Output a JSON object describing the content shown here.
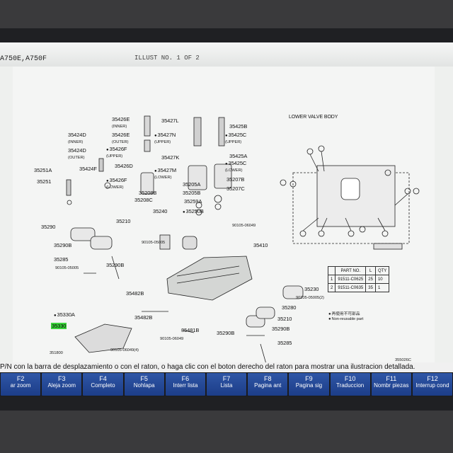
{
  "header": {
    "model": "A750E,A750F",
    "illust": "ILLUST NO. 1 OF 2"
  },
  "diagram": {
    "lower_valve_body_title": "LOWER VALVE BODY",
    "labels": [
      {
        "id": "35426E_a",
        "text": "35426E",
        "sub": "(INNER)"
      },
      {
        "id": "35427L",
        "text": "35427L"
      },
      {
        "id": "35425B",
        "text": "35425B"
      },
      {
        "id": "35424D_a",
        "text": "35424D",
        "sub": "(INNER)"
      },
      {
        "id": "35426E_b",
        "text": "35426E",
        "sub": "(OUTER)"
      },
      {
        "id": "35427N",
        "text": "35427N",
        "sub": "(UPPER)"
      },
      {
        "id": "35425C_a",
        "text": "35425C",
        "sub": "(UPPER)"
      },
      {
        "id": "35424D_b",
        "text": "35424D",
        "sub": "(OUTER)"
      },
      {
        "id": "35426F_a",
        "text": "35426F",
        "sub": "(UPPER)"
      },
      {
        "id": "35427K",
        "text": "35427K"
      },
      {
        "id": "35425A",
        "text": "35425A"
      },
      {
        "id": "35424F",
        "text": "35424F"
      },
      {
        "id": "35426D",
        "text": "35426D"
      },
      {
        "id": "35251A",
        "text": "35251A"
      },
      {
        "id": "35427M",
        "text": "35427M",
        "sub": "(LOWER)"
      },
      {
        "id": "35425C_b",
        "text": "35425C",
        "sub": "(LOWER)"
      },
      {
        "id": "35426F_b",
        "text": "35426F",
        "sub": "(LOWER)"
      },
      {
        "id": "35205A",
        "text": "35205A"
      },
      {
        "id": "35207B",
        "text": "35207B"
      },
      {
        "id": "35251",
        "text": "35251"
      },
      {
        "id": "35208B",
        "text": "35208B"
      },
      {
        "id": "35205B",
        "text": "35205B"
      },
      {
        "id": "35207C",
        "text": "35207C"
      },
      {
        "id": "35208C",
        "text": "35208C"
      },
      {
        "id": "35259A",
        "text": "35259A"
      },
      {
        "id": "35240",
        "text": "35240"
      },
      {
        "id": "35250B",
        "text": "35250B"
      },
      {
        "id": "35290",
        "text": "35290"
      },
      {
        "id": "35210_a",
        "text": "35210"
      },
      {
        "id": "90105-06049_a",
        "text": "90105-06049"
      },
      {
        "id": "90105-05005_a",
        "text": "90105-05005"
      },
      {
        "id": "35410",
        "text": "35410"
      },
      {
        "id": "35290B_a",
        "text": "35290B"
      },
      {
        "id": "35285_a",
        "text": "35285"
      },
      {
        "id": "90105-05005_b",
        "text": "90105-05005"
      },
      {
        "id": "35290B_b",
        "text": "35290B"
      },
      {
        "id": "35230",
        "text": "35230"
      },
      {
        "id": "35482B_a",
        "text": "35482B"
      },
      {
        "id": "90105-05005_c",
        "text": "90105-05005(2)"
      },
      {
        "id": "35280",
        "text": "35280"
      },
      {
        "id": "35330A",
        "text": "35330A"
      },
      {
        "id": "35482B_b",
        "text": "35482B"
      },
      {
        "id": "35210_b",
        "text": "35210"
      },
      {
        "id": "35330",
        "text": "35330"
      },
      {
        "id": "35481B",
        "text": "35481B"
      },
      {
        "id": "35290B_c",
        "text": "35290B"
      },
      {
        "id": "35290B_d",
        "text": "35290B"
      },
      {
        "id": "90105-06049_b",
        "text": "90105-06049"
      },
      {
        "id": "35285_b",
        "text": "35285"
      },
      {
        "id": "90105-06049_c",
        "text": "90105-06049(4)"
      },
      {
        "id": "35180B",
        "text": "351800"
      },
      {
        "id": "355026C",
        "text": "355026C"
      }
    ],
    "legend": [
      {
        "text": "再使用不可部品"
      },
      {
        "text": "Non-reusable part"
      }
    ],
    "parts_table": {
      "headers": [
        "",
        "PART NO.",
        "L",
        "QTY"
      ],
      "rows": [
        [
          "1",
          "91511-C0625",
          "25",
          "10"
        ],
        [
          "2",
          "91511-C0635",
          "35",
          "1"
        ]
      ]
    }
  },
  "hint": "P/N con la barra de desplazamiento o con el raton, o haga clic con el boton derecho del raton para mostrar una ilustracion detallada.",
  "fkeys": [
    {
      "key": "F2",
      "name": "ar zoom"
    },
    {
      "key": "F3",
      "name": "Aleja zoom"
    },
    {
      "key": "F4",
      "name": "Completo"
    },
    {
      "key": "F5",
      "name": "Nohlapa"
    },
    {
      "key": "F6",
      "name": "Interr lista"
    },
    {
      "key": "F7",
      "name": "Lista"
    },
    {
      "key": "F8",
      "name": "Pagina ant"
    },
    {
      "key": "F9",
      "name": "Pagina sig"
    },
    {
      "key": "F10",
      "name": "Traduccion"
    },
    {
      "key": "F11",
      "name": "Nombr piezas"
    },
    {
      "key": "F12",
      "name": "Interrup cond"
    }
  ],
  "colors": {
    "function_key_bg": "#2a4e9e",
    "highlight": "#3bd43b"
  }
}
